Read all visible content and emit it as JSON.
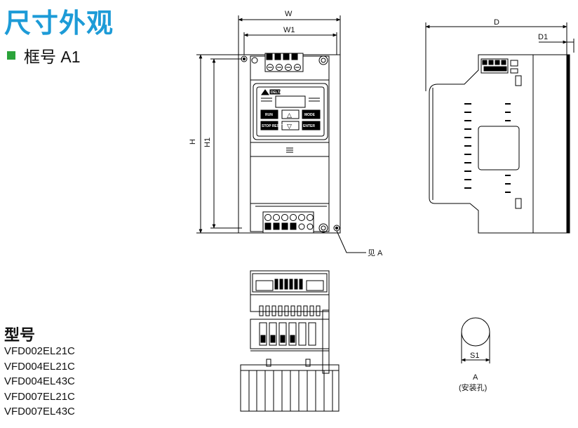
{
  "title": "尺寸外观",
  "frame_label": "框号 A1",
  "model_heading": "型号",
  "models": [
    "VFD002EL21C",
    "VFD004EL21C",
    "VFD004EL43C",
    "VFD007EL21C",
    "VFD007EL43C"
  ],
  "dims": {
    "W": "W",
    "W1": "W1",
    "H": "H",
    "H1": "H1",
    "D": "D",
    "D1": "D1",
    "S1": "S1",
    "A": "A"
  },
  "see_a": "见 A",
  "mount_hole": "(安装孔)",
  "keypad": {
    "run": "RUN",
    "mode": "MODE",
    "stop": "STOP RESET",
    "enter": "ENTER",
    "up": "△",
    "down": "▽",
    "brand": "DELTA"
  },
  "colors": {
    "title": "#1d9bd7",
    "bullet": "#2aa33a",
    "line": "#000000"
  }
}
